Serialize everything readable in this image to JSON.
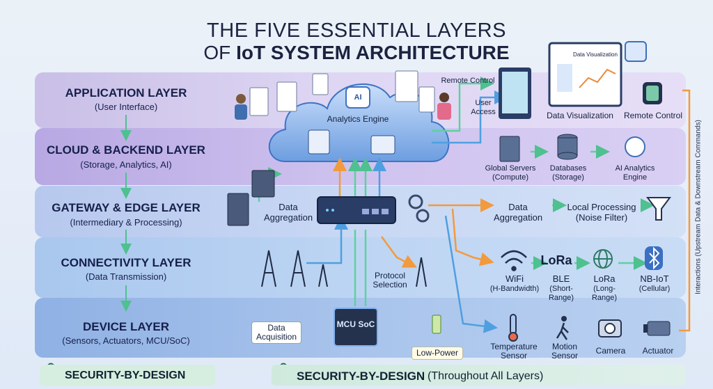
{
  "title": {
    "line1": "THE FIVE ESSENTIAL LAYERS",
    "line2_prefix": "OF ",
    "line2_bold": "IoT SYSTEM ARCHITECTURE"
  },
  "layers": [
    {
      "name": "APPLICATION LAYER",
      "sub": "(User Interface)"
    },
    {
      "name": "CLOUD & BACKEND LAYER",
      "sub": "(Storage, Analytics, AI)"
    },
    {
      "name": "GATEWAY & EDGE LAYER",
      "sub": "(Intermediary & Processing)"
    },
    {
      "name": "CONNECTIVITY LAYER",
      "sub": "(Data Transmission)"
    },
    {
      "name": "DEVICE LAYER",
      "sub": "(Sensors, Actuators, MCU/SoC)"
    }
  ],
  "application": {
    "remote_control_top": "Remote Control",
    "user_access": "User Access",
    "data_visualization_screen": "Data Visualization",
    "data_visualization": "Data Visualization",
    "remote_control": "Remote Control"
  },
  "cloud": {
    "analytics_engine": "Analytics Engine",
    "ai_badge": "AI",
    "global_servers": "Global Servers",
    "global_servers_sub": "(Compute)",
    "databases": "Databases",
    "databases_sub": "(Storage)",
    "ai_analytics": "AI Analytics",
    "ai_analytics_sub": "Engine"
  },
  "gateway": {
    "data_aggregation_left": "Data Aggregation",
    "data_aggregation_right": "Data Aggregation",
    "local_processing": "Local Processing",
    "local_processing_sub": "(Noise Filter)"
  },
  "connectivity": {
    "protocol_selection": "Protocol Selection",
    "lora_logo": "LoRa",
    "protocols": [
      {
        "name": "WiFi",
        "sub": "(H-Bandwidth)"
      },
      {
        "name": "BLE",
        "sub": "(Short-Range)"
      },
      {
        "name": "LoRa",
        "sub": "(Long-Range)"
      },
      {
        "name": "NB-IoT",
        "sub": "(Cellular)"
      }
    ]
  },
  "device": {
    "data_acquisition": "Data Acquisition",
    "mcu": "MCU SoC",
    "low_power": "Low-Power",
    "temperature_sensor": "Temperature Sensor",
    "motion_sensor": "Motion Sensor",
    "camera": "Camera",
    "actuator": "Actuator"
  },
  "side_label": "Interactions (Upstream Data & Downstream Commands)",
  "security_left": "SECURITY-BY-DESIGN",
  "security_right_bold": "SECURITY-BY-DESIGN",
  "security_right_rest": "(Throughout All Layers)",
  "colors": {
    "flow_green": "#5fd0a0",
    "flow_orange": "#f2a04a",
    "flow_blue": "#4f9fe0",
    "cloud": "#5b8fd6"
  }
}
